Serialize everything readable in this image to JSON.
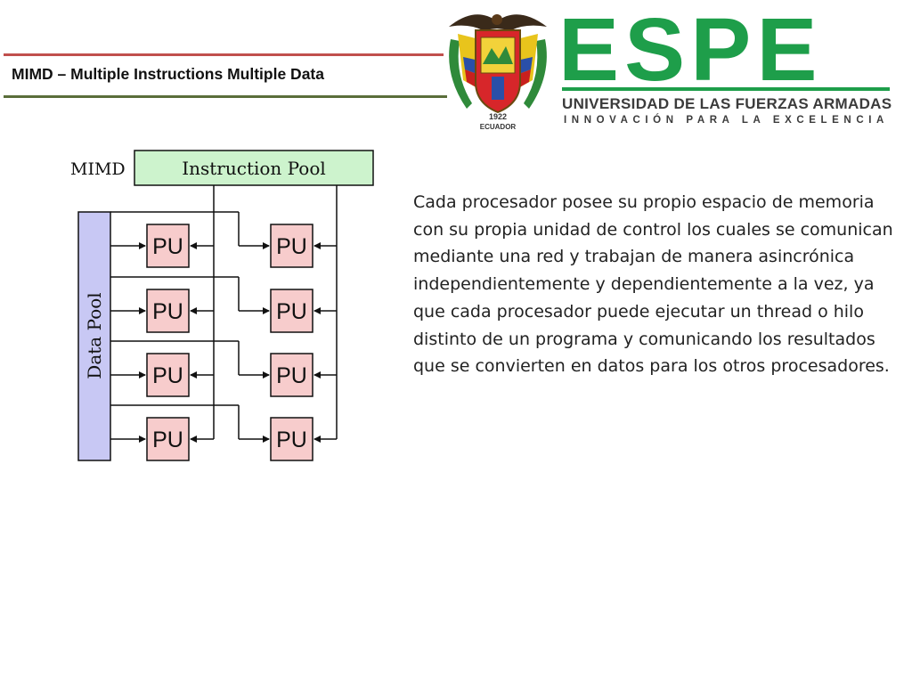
{
  "header": {
    "title": "MIMD – Multiple Instructions Multiple Data"
  },
  "logo": {
    "word": "ESPE",
    "university": "UNIVERSIDAD DE LAS FUERZAS ARMADAS",
    "motto": "INNOVACIÓN PARA LA EXCELENCIA",
    "emblem_year": "1922",
    "emblem_country": "ECUADOR",
    "brand_color": "#1e9e4a",
    "emblem_icon": "coat-of-arms-icon"
  },
  "diagram": {
    "corner_label": "MIMD",
    "instruction_pool": "Instruction Pool",
    "data_pool": "Data Pool",
    "pu_label": "PU",
    "rows": 4,
    "columns": 2,
    "colors": {
      "instruction_pool_fill": "#cdf3cd",
      "data_pool_fill": "#c8c8f4",
      "pu_fill": "#f7cccc"
    }
  },
  "body": {
    "paragraph": "Cada procesador posee su propio espacio de memoria con su propia unidad de control los cuales se comunican mediante una red y trabajan de manera asincrónica independientemente y dependientemente a la vez, ya que cada procesador puede ejecutar un thread o hilo distinto de un programa y comunicando los resultados que se convierten en datos para los otros procesadores."
  }
}
